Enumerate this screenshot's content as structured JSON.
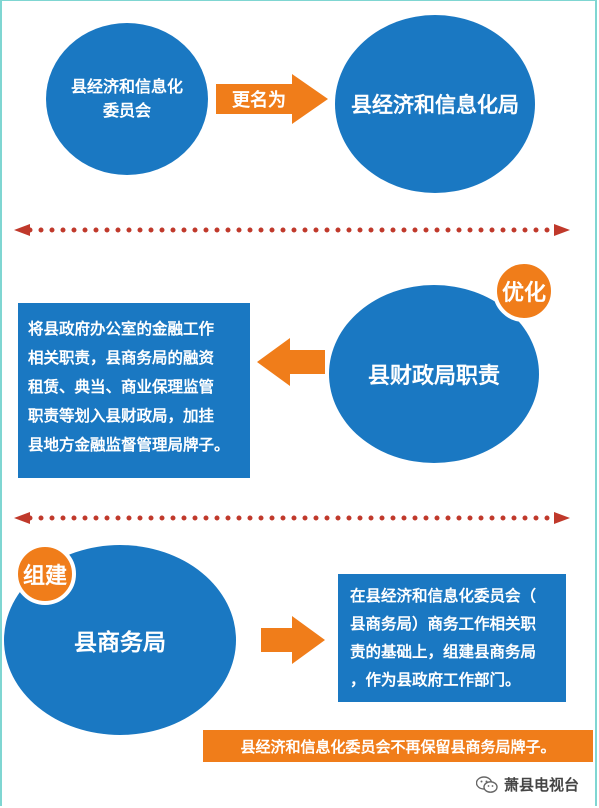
{
  "top": {
    "source_circle": [
      "县经济和信息化",
      "委员会"
    ],
    "arrow_label": "更名为",
    "target_circle": "县经济和信息化局"
  },
  "middle": {
    "badge": "优化",
    "circle": "县财政局职责",
    "description_lines": [
      "将县政府办公室的金融工作",
      "相关职责，县商务局的融资",
      "租赁、典当、商业保理监管",
      "职责等划入县财政局，加挂",
      "县地方金融监督管理局牌子。"
    ]
  },
  "bottom": {
    "badge": "组建",
    "circle": "县商务局",
    "description_lines": [
      "在县经济和信息化委员会（",
      "县商务局）商务工作相关职",
      "责的基础上，组建县商务局",
      "，作为县政府工作部门。"
    ],
    "note": "县经济和信息化委员会不再保留县商务局牌子。"
  },
  "watermark": {
    "icon": "wechat-icon",
    "text": "萧县电视台"
  },
  "colors": {
    "blue": "#1a78c2",
    "orange": "#f07d1a",
    "dots": "#c0392b",
    "frame": "#7fd6d2"
  }
}
